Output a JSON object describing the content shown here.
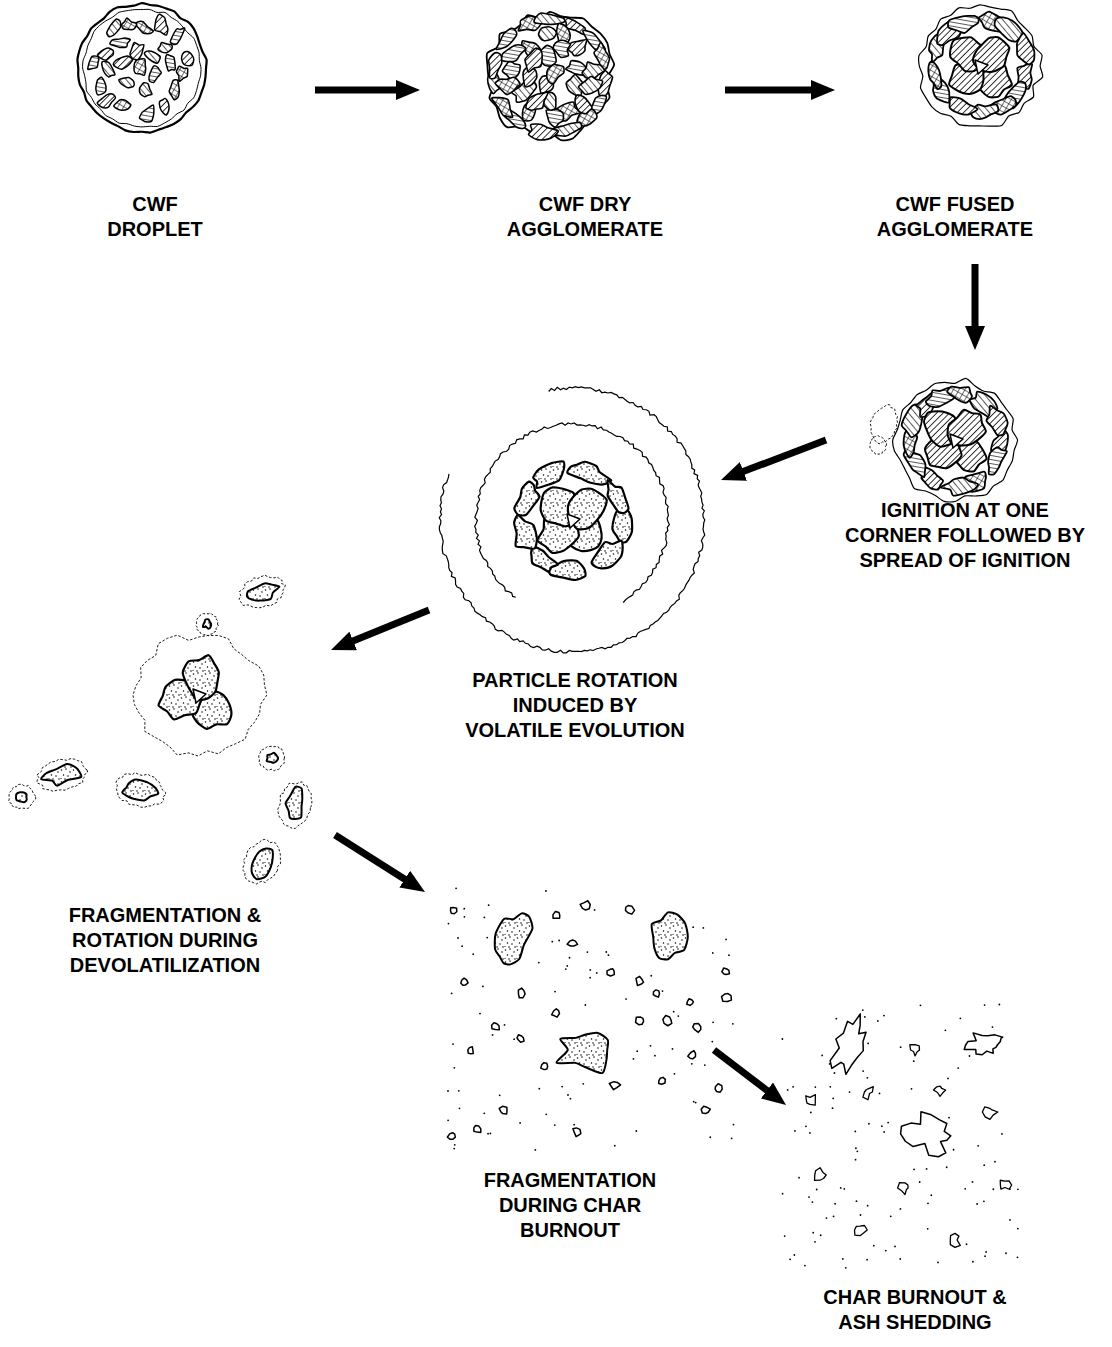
{
  "diagram": {
    "nodes": [
      {
        "text": [
          "CWF DROPLET"
        ]
      },
      {
        "text": [
          "CWF DRY AGGLOMERATE"
        ]
      },
      {
        "text": [
          "CWF FUSED AGGLOMERATE"
        ]
      },
      {
        "text": [
          "IGNITION AT ONE CORNER FOLLOWED BY SPREAD OF IGNITION"
        ]
      },
      {
        "text": [
          "PARTICLE ROTATION INDUCED BY VOLATILE EVOLUTION"
        ]
      },
      {
        "text": [
          "FRAGMENTATION & ROTATION DURING DEVOLATILIZATION"
        ]
      },
      {
        "text": [
          "FRAGMENTATION DURING CHAR BURNOUT"
        ]
      },
      {
        "text": [
          "CHAR BURNOUT & ASH SHEDDING"
        ]
      }
    ],
    "edges": [
      {
        "from": 0,
        "to": 1,
        "arrow": "to"
      },
      {
        "from": 1,
        "to": 2,
        "arrow": "to"
      },
      {
        "from": 2,
        "to": 3,
        "arrow": "to"
      },
      {
        "from": 3,
        "to": 4,
        "arrow": "to"
      },
      {
        "from": 4,
        "to": 5,
        "arrow": "to"
      },
      {
        "from": 5,
        "to": 6,
        "arrow": "to"
      },
      {
        "from": 6,
        "to": 7,
        "arrow": "to"
      }
    ]
  }
}
